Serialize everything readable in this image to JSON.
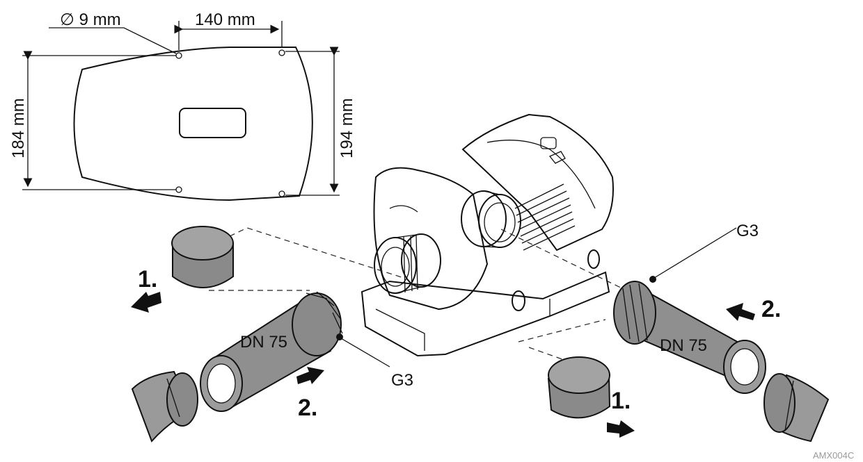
{
  "dimensions": {
    "hole_diameter": "∅ 9 mm",
    "hole_spacing_horizontal": "140 mm",
    "height_left": "184 mm",
    "height_right": "194 mm"
  },
  "labels": {
    "pipe_left": "DN 75",
    "pipe_right": "DN 75",
    "thread_left": "G3",
    "thread_right": "G3"
  },
  "steps": {
    "left_remove_cap": "1.",
    "left_attach_pipe": "2.",
    "right_remove_cap": "1.",
    "right_attach_pipe": "2."
  },
  "figure_code": "AMX004C",
  "colors": {
    "line": "#111111",
    "pipe_fill": "#8f8f8f",
    "cap_fill": "#8a8a8a",
    "hose_fill": "#9a9a9a",
    "background": "#ffffff"
  }
}
